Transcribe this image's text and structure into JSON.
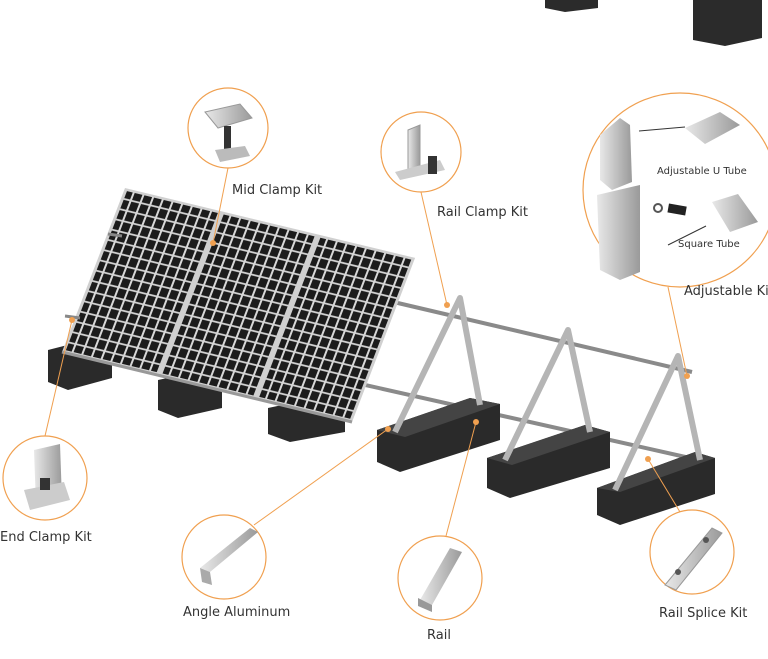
{
  "accent_color": "#f0a050",
  "labels": {
    "mid_clamp": "Mid Clamp Kit",
    "rail_clamp": "Rail Clamp Kit",
    "adjustable_u_tube": "Adjustable U Tube",
    "square_tube": "Square Tube",
    "adjustable_kit": "Adjustable Kit",
    "end_clamp": "End Clamp Kit",
    "angle_aluminum": "Angle Aluminum",
    "rail": "Rail",
    "rail_splice": "Rail Splice Kit"
  }
}
